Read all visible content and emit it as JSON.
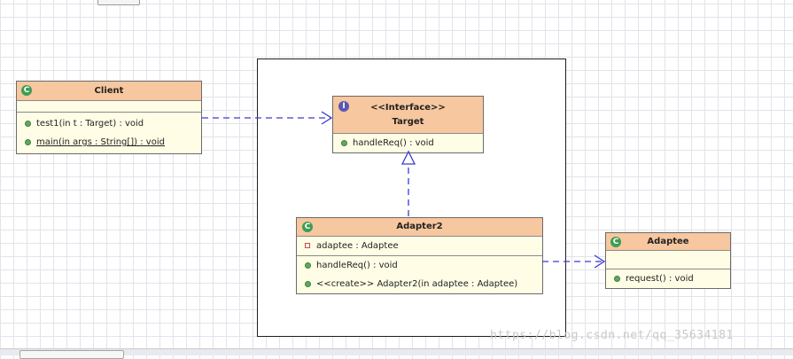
{
  "classes": {
    "client": {
      "name": "Client",
      "methods": [
        "test1(in t : Target) : void",
        "main(in args : String[]) : void"
      ]
    },
    "target": {
      "stereotype": "<<Interface>>",
      "name": "Target",
      "methods": [
        "handleReq() : void"
      ]
    },
    "adapter2": {
      "name": "Adapter2",
      "attributes": [
        "adaptee : Adaptee"
      ],
      "methods": [
        "handleReq() : void",
        "<<create>> Adapter2(in adaptee : Adaptee)"
      ]
    },
    "adaptee": {
      "name": "Adaptee",
      "methods": [
        "request() : void"
      ]
    }
  },
  "icons": {
    "class_icon": "C",
    "interface_icon": "I"
  },
  "colors": {
    "header": "#f7c79f",
    "body": "#fffde6",
    "dependency_line": "#3a3ad0"
  },
  "watermark": "https://blog.csdn.net/qq_35634181"
}
